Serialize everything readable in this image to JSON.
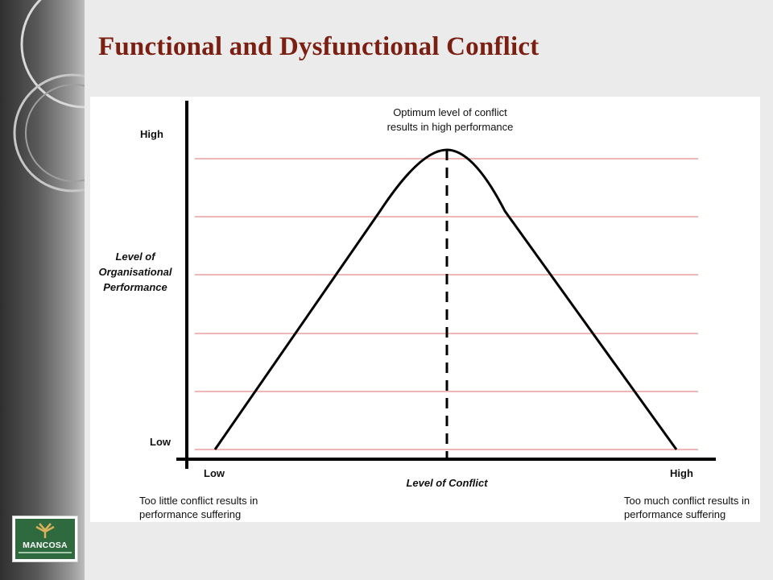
{
  "slide": {
    "title": "Functional and Dysfunctional Conflict"
  },
  "logo": {
    "text": "MANCOSA"
  },
  "diagram": {
    "y_axis": {
      "label_lines": [
        "Level of",
        "Organisational",
        "Performance"
      ],
      "high": "High",
      "low": "Low"
    },
    "x_axis": {
      "label": "Level of Conflict",
      "low": "Low",
      "high": "High"
    },
    "peak_annotation": [
      "Optimum level of conflict",
      "results in high performance"
    ],
    "left_note": [
      "Too little conflict results in",
      "performance suffering"
    ],
    "right_note": [
      "Too much conflict results in",
      "performance suffering"
    ]
  },
  "colors": {
    "title": "#7a1f12",
    "gridlines": "#e8a0a0",
    "curve": "#000000",
    "logo_bg": "#2f6a3f"
  }
}
